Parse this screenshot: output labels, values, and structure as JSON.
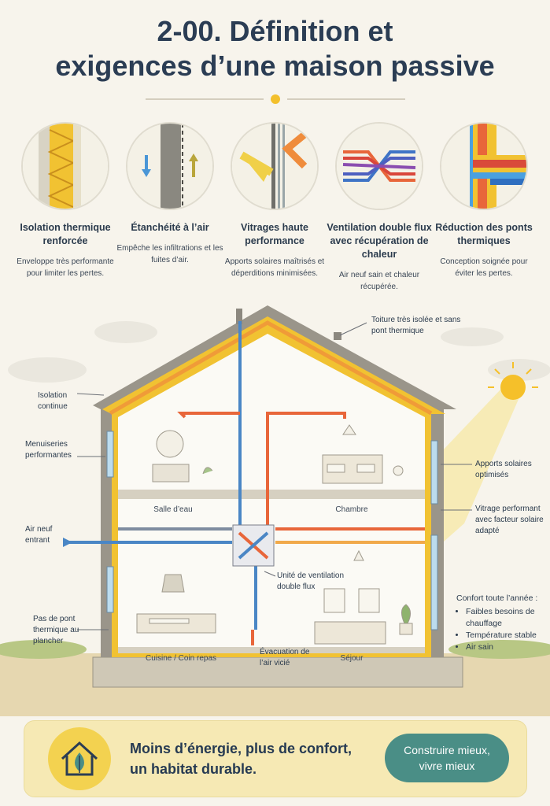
{
  "title": {
    "line1": "2-00. Définition et",
    "line2": "exigences d’une maison passive"
  },
  "features": [
    {
      "icon": "insulation-icon",
      "title": "Isolation thermique renforcée",
      "desc": "Enveloppe très performante pour limiter les pertes."
    },
    {
      "icon": "airtightness-icon",
      "title": "Étanchéité à l’air",
      "desc": "Empêche les infiltrations et les fuites d’air."
    },
    {
      "icon": "glazing-icon",
      "title": "Vitrages haute performance",
      "desc": "Apports solaires maîtrisés et déperditions minimisées."
    },
    {
      "icon": "heat-recovery-ventilation-icon",
      "title": "Ventilation double flux avec récupération de chaleur",
      "desc": "Air neuf sain et chaleur récupérée."
    },
    {
      "icon": "thermal-bridge-icon",
      "title": "Réduction des ponts thermiques",
      "desc": "Conception soignée pour éviter les pertes."
    }
  ],
  "house": {
    "labels": {
      "roof": "Toiture très isolée et sans pont thermique",
      "insulation": "Isolation continue",
      "joinery": "Menuiseries performantes",
      "fresh_air": "Air neuf entrant",
      "floor_bridge": "Pas de pont thermique au plancher",
      "solar": "Apports solaires optimisés",
      "glazing": "Vitrage performant avec facteur solaire adapté",
      "vmc": "Unité de ventilation double flux",
      "exhaust": "Évacuation de l’air vicié"
    },
    "rooms": {
      "bathroom": "Salle d’eau",
      "bedroom": "Chambre",
      "kitchen": "Cuisine / Coin repas",
      "living": "Séjour"
    },
    "comfort": {
      "title": "Confort toute l’année :",
      "items": [
        "Faibles besoins de chauffage",
        "Température stable",
        "Air sain"
      ]
    }
  },
  "banner": {
    "message_line1": "Moins d’énergie, plus de confort,",
    "message_line2": "un habitat durable.",
    "cta": "Construire mieux, vivre mieux",
    "icon": "house-leaf-icon"
  },
  "colors": {
    "title": "#2b3d54",
    "insulation": "#f1c232",
    "warm_air": "#e8663a",
    "cold_air": "#4a86c5",
    "banner": "#f6e9b4",
    "cta": "#4a8e86",
    "sun": "#f5c02a"
  }
}
